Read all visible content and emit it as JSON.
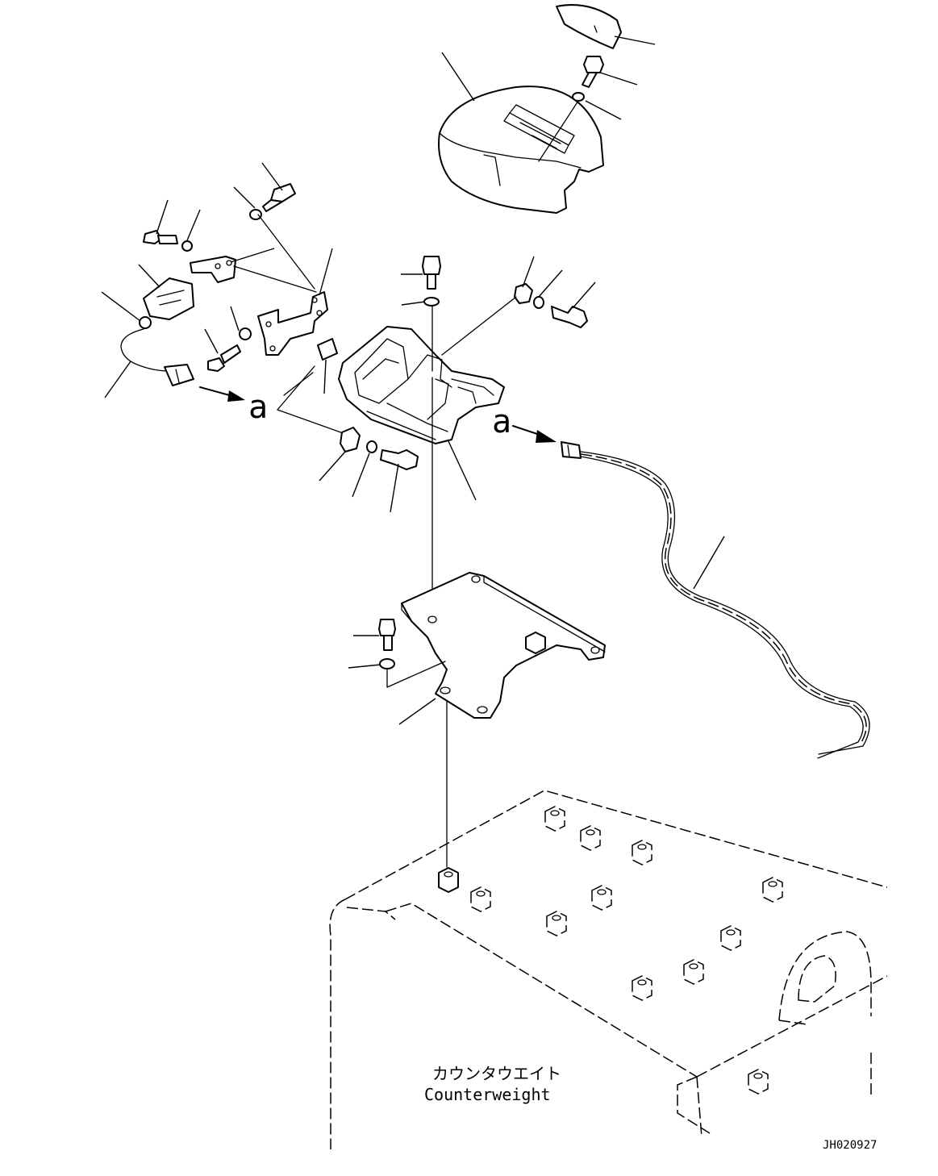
{
  "diagram": {
    "ref_marker": "a",
    "counterweight_label_jp": "カウンタウエイト",
    "counterweight_label_en": "Counterweight",
    "drawing_code": "JH020927"
  }
}
